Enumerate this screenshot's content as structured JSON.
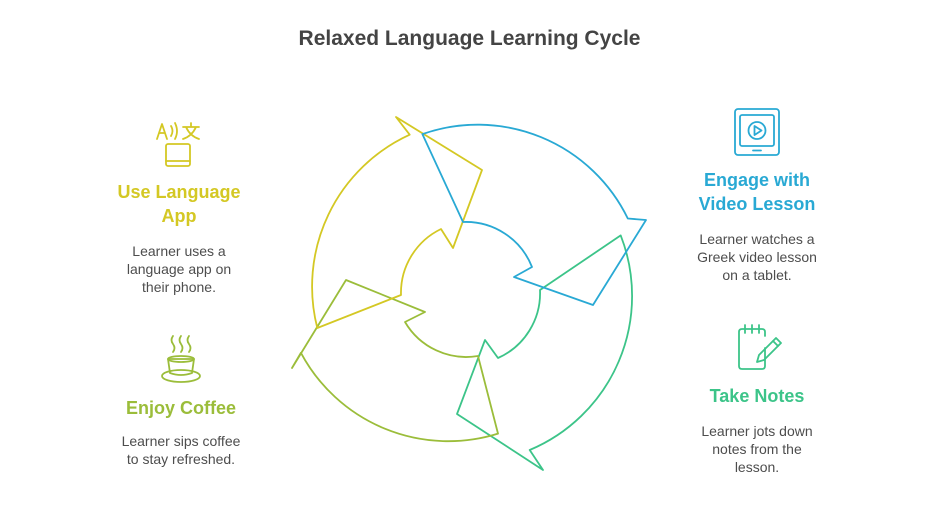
{
  "title": "Relaxed Language Learning Cycle",
  "colors": {
    "language_app": "#d4c824",
    "video_lesson": "#29a9d4",
    "take_notes": "#3cc489",
    "enjoy_coffee": "#9bbd3a"
  },
  "steps": {
    "language_app": {
      "icon": "language-translate-phone-icon",
      "heading": "Use Language\nApp",
      "description": "Learner uses a\nlanguage app on\ntheir phone."
    },
    "video_lesson": {
      "icon": "video-tablet-icon",
      "heading": "Engage with\nVideo Lesson",
      "description": "Learner watches a\nGreek video lesson\non a tablet."
    },
    "take_notes": {
      "icon": "notepad-pencil-icon",
      "heading": "Take Notes",
      "description": "Learner jots down\nnotes from the\nlesson."
    },
    "enjoy_coffee": {
      "icon": "coffee-cup-icon",
      "heading": "Enjoy Coffee",
      "description": "Learner sips coffee\nto stay refreshed."
    }
  }
}
